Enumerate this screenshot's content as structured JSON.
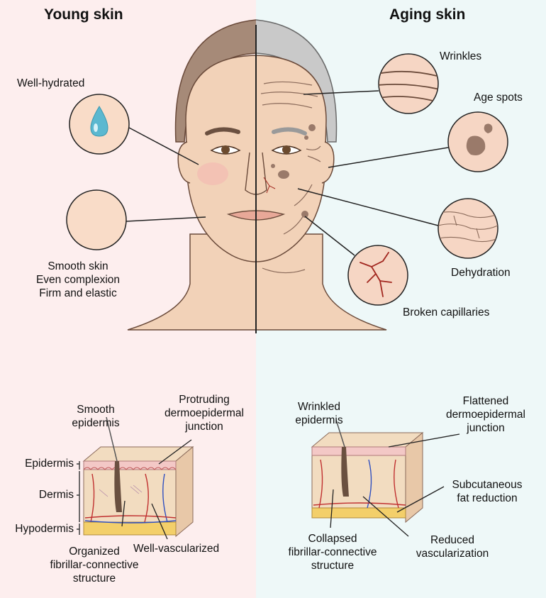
{
  "headings": {
    "young": "Young skin",
    "aging": "Aging skin"
  },
  "face_labels": {
    "well_hydrated": "Well-hydrated",
    "smooth_skin": "Smooth skin",
    "even_complexion": "Even complexion",
    "firm_elastic": "Firm and elastic",
    "wrinkles": "Wrinkles",
    "age_spots": "Age spots",
    "dehydration": "Dehydration",
    "broken_capillaries": "Broken capillaries"
  },
  "young_section": {
    "smooth_epidermis": [
      "Smooth",
      "epidermis"
    ],
    "protruding_junction": [
      "Protruding",
      "dermoepidermal",
      "junction"
    ],
    "layers": [
      "Epidermis",
      "Dermis",
      "Hypodermis"
    ],
    "organized_structure": [
      "Organized",
      "fibrillar-connective",
      "structure"
    ],
    "well_vascularized": "Well-vascularized"
  },
  "aging_section": {
    "wrinkled_epidermis": [
      "Wrinkled",
      "epidermis"
    ],
    "flattened_junction": [
      "Flattened",
      "dermoepidermal",
      "junction"
    ],
    "subcutaneous_fat": [
      "Subcutaneous",
      "fat reduction"
    ],
    "collapsed_structure": [
      "Collapsed",
      "fibrillar-connective",
      "structure"
    ],
    "reduced_vascularization": [
      "Reduced",
      "vascularization"
    ]
  },
  "colors": {
    "left_bg": "#fdeeee",
    "right_bg": "#eef8f8",
    "skin": "#f2d2b8",
    "young_hair": "#a68a78",
    "aging_hair": "#c9c9c9",
    "age_spot": "#9a7a6a",
    "capillary": "#a1261e",
    "epidermis": "#f3c8c6",
    "dermis": "#f2dcc0",
    "hypodermis": "#f3cf6a"
  }
}
